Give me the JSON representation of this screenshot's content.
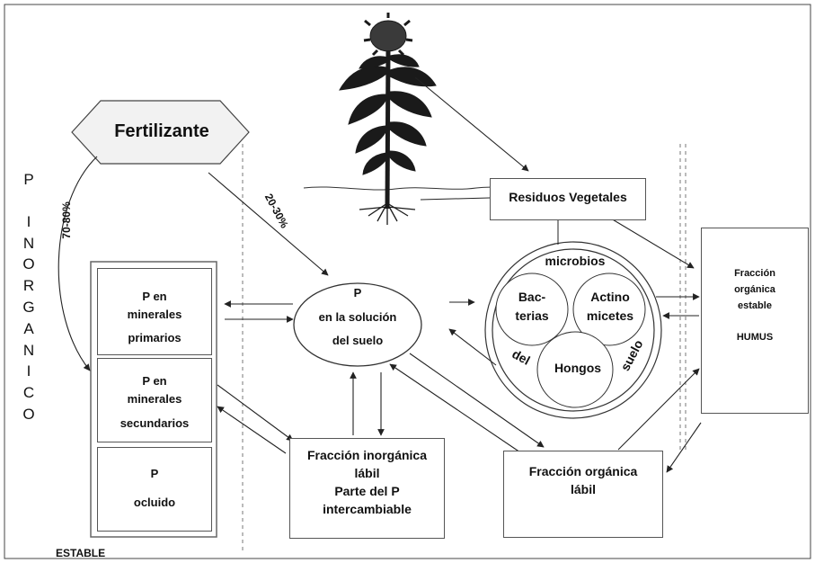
{
  "diagram": {
    "p_inorganico_letters": [
      "P",
      "I",
      "N",
      "O",
      "R",
      "G",
      "A",
      "N",
      "I",
      "C",
      "O"
    ],
    "pct_fertilizer_to_mineral": "70-80%",
    "pct_fertilizer_to_solution": "20-30%",
    "fertilizante": "Fertilizante",
    "residuos_vegetales": "Residuos Vegetales",
    "p_solucion": {
      "line1": "P",
      "line2": "en la solución",
      "line3": "del suelo"
    },
    "minerales_primarios": {
      "line1": "P en",
      "line2": "minerales",
      "line3": "primarios"
    },
    "minerales_secundarios": {
      "line1": "P en",
      "line2": "minerales",
      "line3": "secundarios"
    },
    "p_ocluido": {
      "line1": "P",
      "line2": "ocluido"
    },
    "estable": "ESTABLE",
    "fraccion_inorganica_labil": {
      "line1": "Fracción inorgánica",
      "line2": "lábil",
      "line3": "Parte del P",
      "line4": "intercambiable"
    },
    "fraccion_organica_labil": {
      "line1": "Fracción orgánica",
      "line2": "lábil"
    },
    "fraccion_organica_estable": {
      "line1": "Fracción",
      "line2": "orgánica",
      "line3": "estable",
      "line4": "HUMUS"
    },
    "microbios": {
      "title": "microbios",
      "bacterias_1": "Bac-",
      "bacterias_2": "terias",
      "actino_1": "Actino",
      "actino_2": "micetes",
      "hongos": "Hongos",
      "del": "del",
      "suelo": "suelo"
    }
  },
  "colors": {
    "line": "#222222",
    "box_border": "#555555",
    "fertilizer_fill": "#f2f2f2",
    "plant": "#1a1a1a"
  }
}
